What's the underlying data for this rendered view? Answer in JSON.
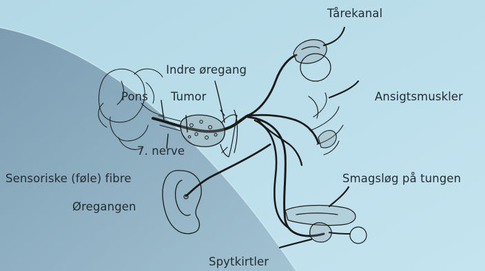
{
  "colors": {
    "background_light": "#b9dde9",
    "background_dark": "#7fa0b6",
    "ink": "#1a1a1a"
  },
  "labels": {
    "tarekanal": "Tårekanal",
    "indre_oregang": "Indre øregang",
    "pons": "Pons",
    "tumor": "Tumor",
    "ansigtsmuskler": "Ansigtsmuskler",
    "nerve7": "7. nerve",
    "sensoriske": "Sensoriske (føle) fibre",
    "smagslog": "Smagsløg på tungen",
    "oregangen": "Øregangen",
    "spytkirtler": "Spytkirtler"
  }
}
